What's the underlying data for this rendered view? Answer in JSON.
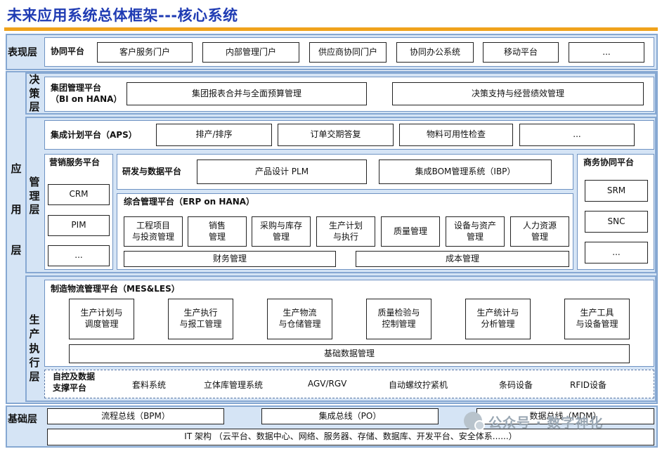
{
  "title": "未来应用系统总体框架---核心系统",
  "layers": {
    "presentation": {
      "label": "表现层",
      "platform": "协同平台",
      "items": [
        "客户服务门户",
        "内部管理门户",
        "供应商协同门户",
        "协同办公系统",
        "移动平台",
        "..."
      ]
    },
    "application": {
      "label_lines": [
        "应",
        "用",
        "层"
      ],
      "decision": {
        "label_lines": [
          "决",
          "策",
          "层"
        ],
        "platform_lines": [
          "集团管理平台",
          "（BI on HANA）"
        ],
        "items": [
          "集团报表合并与全面预算管理",
          "决策支持与经营绩效管理"
        ]
      },
      "management": {
        "label_lines": [
          "管",
          "理",
          "层"
        ],
        "aps": {
          "label": "集成计划平台（APS）",
          "items": [
            "排产/排序",
            "订单交期答复",
            "物料可用性检查",
            "..."
          ]
        },
        "marketing": {
          "label": "营销服务平台",
          "items": [
            "CRM",
            "PIM",
            "..."
          ]
        },
        "rnd": {
          "label": "研发与数据平台",
          "items": [
            "产品设计 PLM",
            "集成BOM管理系统（IBP）"
          ]
        },
        "erp": {
          "label": "综合管理平台（ERP on HANA）",
          "modules": [
            [
              "工程项目",
              "与投资管理"
            ],
            [
              "销售",
              "管理"
            ],
            [
              "采购与库存",
              "管理"
            ],
            [
              "生产计划",
              "与执行"
            ],
            [
              "质量管理"
            ],
            [
              "设备与资产",
              "管理"
            ],
            [
              "人力资源",
              "管理"
            ]
          ],
          "bottom": [
            "财务管理",
            "成本管理"
          ]
        },
        "business": {
          "label": "商务协同平台",
          "items": [
            "SRM",
            "SNC",
            "..."
          ]
        }
      },
      "production": {
        "label_lines": [
          "生",
          "产",
          "执",
          "行",
          "层"
        ],
        "mes": {
          "label": "制造物流管理平台（MES&LES）",
          "modules": [
            [
              "生产计划与",
              "调度管理"
            ],
            [
              "生产执行",
              "与报工管理"
            ],
            [
              "生产物流",
              "与仓储管理"
            ],
            [
              "质量检验与",
              "控制管理"
            ],
            [
              "生产统计与",
              "分析管理"
            ],
            [
              "生产工具",
              "与设备管理"
            ]
          ],
          "base": "基础数据管理"
        },
        "automation": {
          "label_lines": [
            "自控及数据",
            "支撑平台"
          ],
          "items": [
            "套料系统",
            "立体库管理系统",
            "AGV/RGV",
            "自动螺纹拧紧机",
            "条码设备",
            "RFID设备"
          ]
        }
      }
    },
    "foundation": {
      "label": "基础层",
      "buses": [
        "流程总线（BPM）",
        "集成总线（PO）",
        "数据总线（MDM）"
      ],
      "it": "IT 架构 （云平台、数据中心、网络、服务器、存储、数据库、开发平台、安全体系......）"
    }
  },
  "watermark": "公众号 · 数字神化"
}
